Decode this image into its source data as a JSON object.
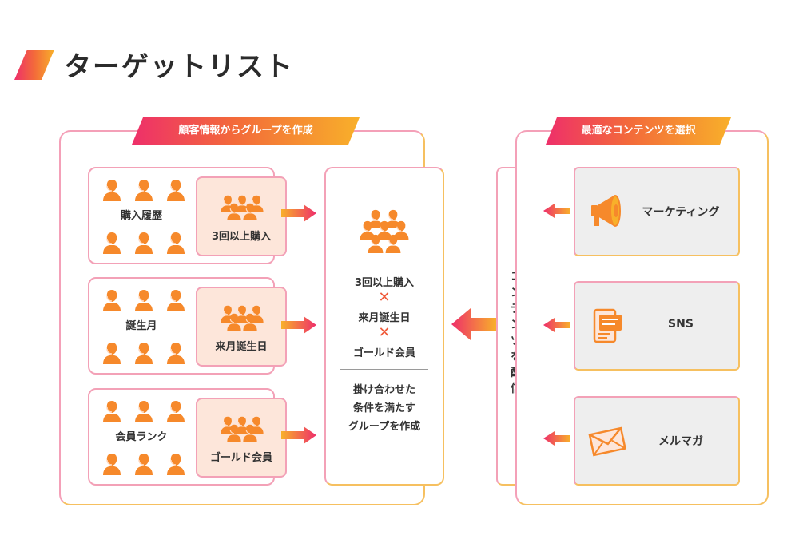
{
  "title": "ターゲットリスト",
  "left_section": {
    "tag": "顧客情報からグループを作成",
    "sources": [
      {
        "label": "購入履歴",
        "group": "3回以上購入"
      },
      {
        "label": "誕生月",
        "group": "来月誕生日"
      },
      {
        "label": "会員ランク",
        "group": "ゴールド会員"
      }
    ],
    "result": {
      "criteria": [
        "3回以上購入",
        "来月誕生日",
        "ゴールド会員"
      ],
      "operator": "✕",
      "desc": [
        "掛け合わせた",
        "条件を満たす",
        "グループを作成"
      ]
    }
  },
  "middle_bar": {
    "chars": [
      "コ",
      "ン",
      "テ",
      "ン",
      "ツ",
      "を",
      "配",
      "信"
    ]
  },
  "right_section": {
    "tag": "最適なコンテンツを選択",
    "channels": [
      {
        "label": "マーケティング",
        "icon": "megaphone-icon"
      },
      {
        "label": "SNS",
        "icon": "sns-icon"
      },
      {
        "label": "メルマガ",
        "icon": "mail-icon"
      }
    ]
  },
  "colors": {
    "accent_orange": "#f6892b",
    "accent_pink": "#ee2f6a",
    "accent_yellow": "#f8b02a",
    "box_peach": "#fde6da",
    "channel_gray": "#eeeeee"
  }
}
